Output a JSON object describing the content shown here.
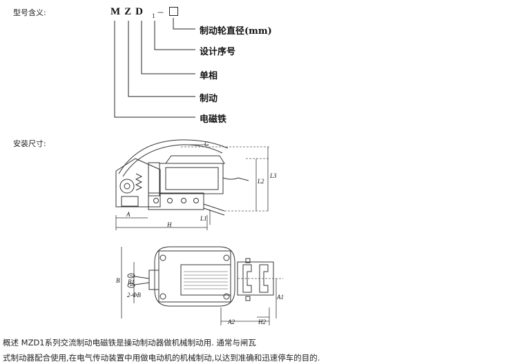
{
  "section1": {
    "title": "型号含义:"
  },
  "model": {
    "letters": "MZD",
    "subscript": "1",
    "dash": "－"
  },
  "legend": [
    "制动轮直径(mm)",
    "设计序号",
    "单相",
    "制动",
    "电磁铁"
  ],
  "section2": {
    "title": "安装尺寸:"
  },
  "dimensions": {
    "G": "G",
    "L3": "L3",
    "L2": "L2",
    "L1": "L1",
    "A": "A",
    "H": "H",
    "B": "B",
    "B1": "B1",
    "hole": "2-ΦB",
    "A1": "A1",
    "A2": "A2",
    "H2": "H2"
  },
  "description": {
    "line1": "概述 MZD1系列交流制动电磁铁是操动制动器做机械制动用. 通常与闸瓦",
    "line2": "式制动器配合使用,在电气传动装置中用做电动机的机械制动,以达到准确和迅速停车的目的."
  }
}
